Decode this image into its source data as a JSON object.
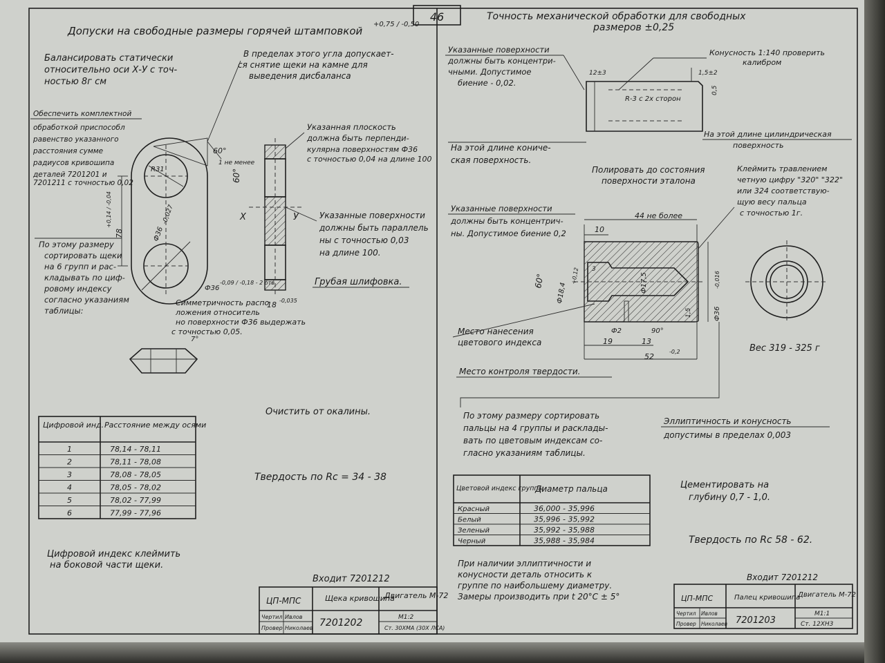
{
  "page_number": "46",
  "left": {
    "title": "Допуски на свободные размеры горячей штамповкой",
    "title_tol": "+0,75 / -0,50",
    "balance": [
      "Балансировать статически",
      "относительно оси Х-У с точ-",
      "ностью 8г см"
    ],
    "angle_note": [
      "В пределах этого угла допускает-",
      "ся снятие щеки на камне для",
      "выведения дисбаланса"
    ],
    "complete_note": [
      "Обеспечить комплектной",
      "обработкой приспособл",
      "равенство указанного",
      "расстояния сумме",
      "радиусов кривошипа",
      "деталей 7201201 и",
      "7201211 с точностью 0,02"
    ],
    "flat_note": [
      "Указанная плоскость",
      "должна быть перпенди-",
      "кулярна поверхностям Ф36",
      "с точностью 0,04 на длине 100"
    ],
    "parallel_note": [
      "Указанные поверхности",
      "должны быть параллель",
      "ны с точностью 0,03",
      "на длине 100."
    ],
    "grinding": "Грубая шлифовка.",
    "sort_note": [
      "По этому размеру",
      "сортировать щеки",
      "на 6 групп и рас-",
      "кладывать по циф-",
      "ровому индексу",
      "согласно указаниям",
      "таблицы:"
    ],
    "symmetry_note": [
      "Симметричность распо",
      "ложения относитель",
      "но поверхности Ф36 выдержать",
      "с точностью 0,05."
    ],
    "descale": "Очистить от окалины.",
    "hardness": "Твердость по Rc = 34 - 38",
    "stamp_note": [
      "Цифровой индекс клеймить",
      "на боковой части щеки."
    ],
    "dims": {
      "r31": "R31",
      "d36": "Ф36",
      "d36_tol": "-0,027",
      "dim78": "78",
      "tol78": "+0,14 / -0,04",
      "d36b": "Ф36",
      "tol36b": "-0,09 / -0,18 - 2 отв",
      "a60": "60°",
      "a60b": "60°",
      "min1": "1 не менее",
      "dim18": "18",
      "tol18": "-0,035",
      "x": "Х",
      "y": "У",
      "a7": "7°"
    },
    "table": {
      "headers": [
        "Цифровой инд.",
        "Расстояние между осями"
      ],
      "rows": [
        [
          "1",
          "78,14 - 78,11"
        ],
        [
          "2",
          "78,11 - 78,08"
        ],
        [
          "3",
          "78,08 - 78,05"
        ],
        [
          "4",
          "78,05 - 78,02"
        ],
        [
          "5",
          "78,02 - 77,99"
        ],
        [
          "6",
          "77,99 - 77,96"
        ]
      ]
    },
    "enters": "Входит 7201212",
    "stamp": {
      "org": "ЦП-МПС",
      "name": "Щека кривошипа",
      "product": "Двигатель М-72",
      "drawn": "Чертил",
      "drawn_by": "Ивлов",
      "checked": "Провер",
      "checked_by": "Николаев",
      "number": "7201202",
      "scale": "М1:2",
      "material": "Ст. 30ХМА (30Х ЛСА)"
    }
  },
  "right": {
    "title": "Точность механической обработки для свободных",
    "title2": "размеров ±0,25",
    "conc_note": [
      "Указанные поверхности",
      "должны быть концентри-",
      "чными. Допустимое",
      "биение - 0,02."
    ],
    "taper_note": [
      "Конусность 1:140 проверить",
      "калибром"
    ],
    "cyl_note": [
      "На этой длине цилиндрическая",
      "поверхность"
    ],
    "cone_note": [
      "На этой длине кониче-",
      "ская поверхность."
    ],
    "polish_note": [
      "Полировать до состояния",
      "поверхности эталона"
    ],
    "mark_note": [
      "Клеймить травлением",
      "четную цифру \"320\" \"322\"",
      "или 324 соответствую-",
      "щую весу пальца",
      "с точностью 1г."
    ],
    "conc2_note": [
      "Указанные поверхности",
      "должны быть концентрич-",
      "ны. Допустимое биение 0,2"
    ],
    "color_place": [
      "Место нанесения",
      "цветового индекса"
    ],
    "hard_place": "Место контроля твердости.",
    "sort_note": [
      "По этому размеру сортировать",
      "пальцы на 4 группы и расклады-",
      "вать по цветовым индексам со-",
      "гласно указаниям таблицы."
    ],
    "ellip_note": [
      "Эллиптичность и конусность",
      "допустимы в пределах 0,003"
    ],
    "weight": "Вес 319 - 325 г",
    "cement": [
      "Цементировать на",
      "глубину 0,7 - 1,0."
    ],
    "hardness": "Твердость по Rc 58 - 62.",
    "measure_note": [
      "При наличии эллиптичности и",
      "конусности деталь относить к",
      "группе по наибольшему диаметру.",
      "Замеры производить при t 20°C ± 5°"
    ],
    "dims": {
      "d12": "12±3",
      "d15": "1,5±2",
      "r3": "R-3 с 2х сторон",
      "d05": "0,5",
      "d44": "44 не более",
      "d10": "10",
      "d3": "3",
      "a60": "60°",
      "d18": "Ф18,4",
      "d18t": "+0,12",
      "d175": "Ф17,5",
      "d36": "Ф36",
      "d36t": "-0,016",
      "d15b": "1,5",
      "d2": "Ф2",
      "a90": "90°",
      "d19": "19",
      "d13": "13",
      "d52": "52",
      "d52t": "-0,2"
    },
    "table": {
      "headers": [
        "Цветовой индекс группы",
        "Диаметр пальца"
      ],
      "rows": [
        [
          "Красный",
          "36,000 - 35,996"
        ],
        [
          "Белый",
          "35,996 - 35,992"
        ],
        [
          "Зеленый",
          "35,992 - 35,988"
        ],
        [
          "Черный",
          "35,988 - 35,984"
        ]
      ]
    },
    "enters": "Входит 7201212",
    "stamp": {
      "org": "ЦП-МПС",
      "name": "Палец кривошипа",
      "product": "Двигатель М-72",
      "drawn": "Чертил",
      "drawn_by": "Ивлов",
      "checked": "Провер",
      "checked_by": "Николаев",
      "number": "7201203",
      "scale": "М1:1",
      "material": "Ст. 12ХН3"
    }
  }
}
